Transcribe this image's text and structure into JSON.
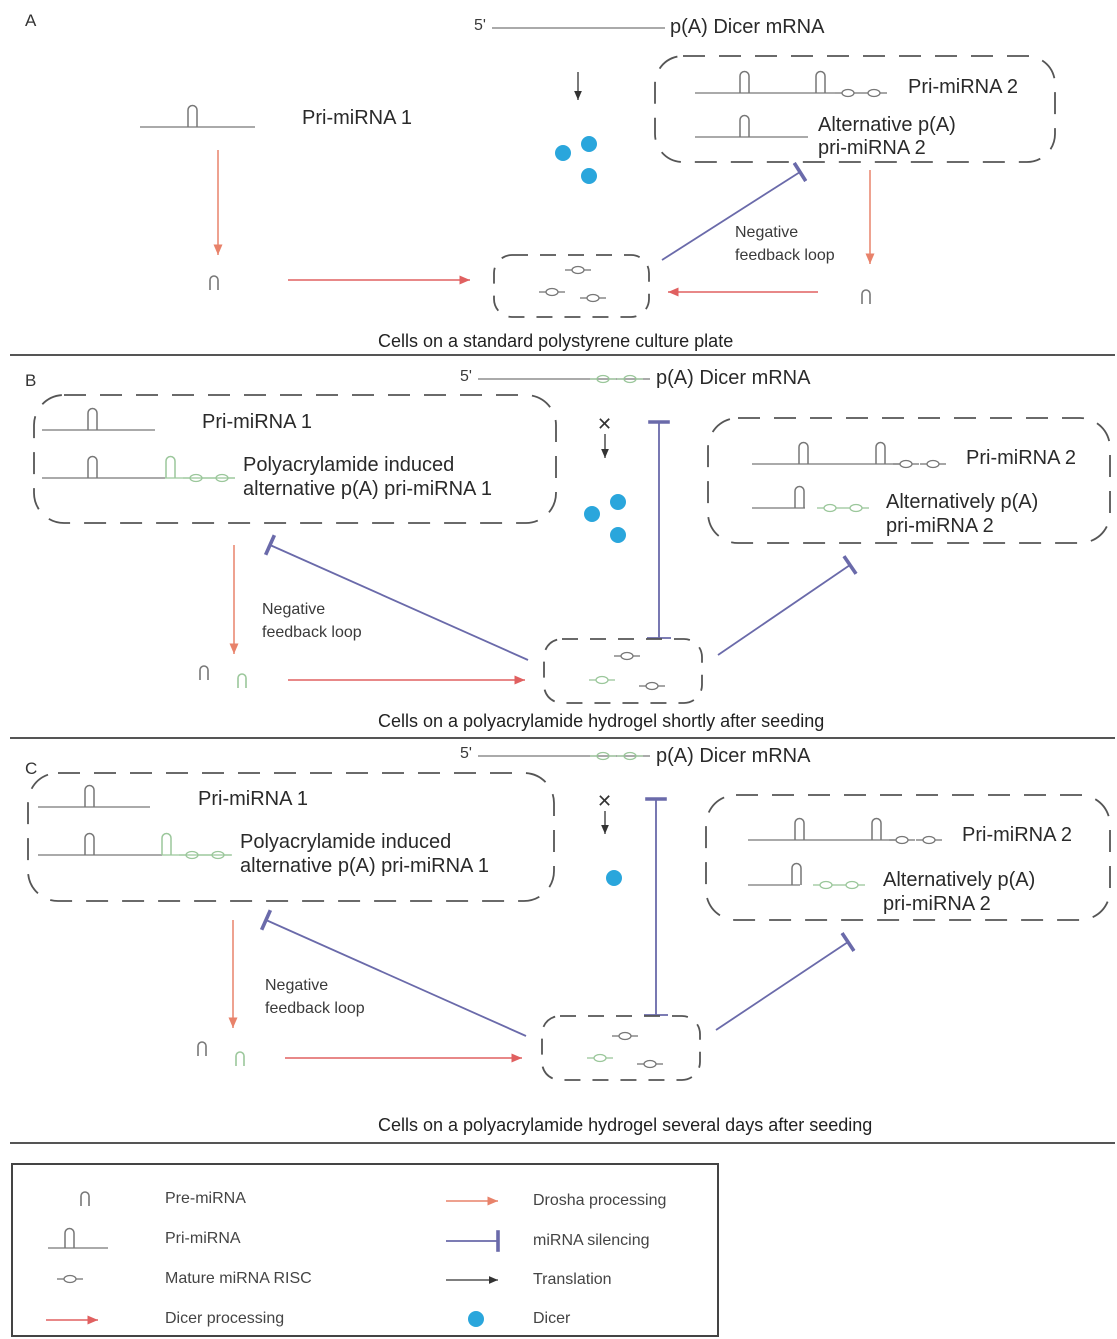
{
  "colors": {
    "drosha": "#e8826a",
    "dicer": "#e06060",
    "silencing": "#6a6aaa",
    "translation": "#333333",
    "dicer_dot": "#2aa6dc",
    "hairpin": "#777777",
    "induced": "#9bc79b"
  },
  "panel_a": {
    "letter": "A",
    "five_prime": "5'",
    "dicer_mrna": "p(A)  Dicer mRNA",
    "pri1": "Pri-miRNA 1",
    "pri2": "Pri-miRNA 2",
    "alt_line1": "Alternative p(A)",
    "alt_line2": "pri-miRNA 2",
    "feedback_line1": "Negative",
    "feedback_line2": "feedback loop",
    "caption": "Cells on a standard polystyrene culture plate"
  },
  "panel_b": {
    "letter": "B",
    "five_prime": "5'",
    "dicer_mrna": "p(A)  Dicer mRNA",
    "pri1": "Pri-miRNA 1",
    "induced_line1": "Polyacrylamide induced",
    "induced_line2": "alternative p(A) pri-miRNA 1",
    "pri2": "Pri-miRNA 2",
    "alt_line1": "Alternatively p(A)",
    "alt_line2": "pri-miRNA 2",
    "feedback_line1": "Negative",
    "feedback_line2": "feedback loop",
    "caption": "Cells on a polyacrylamide hydrogel shortly after seeding"
  },
  "panel_c": {
    "letter": "C",
    "five_prime": "5'",
    "dicer_mrna": "p(A)  Dicer mRNA",
    "pri1": "Pri-miRNA 1",
    "induced_line1": "Polyacrylamide induced",
    "induced_line2": "alternative p(A) pri-miRNA 1",
    "pri2": "Pri-miRNA 2",
    "alt_line1": "Alternatively p(A)",
    "alt_line2": "pri-miRNA 2",
    "feedback_line1": "Negative",
    "feedback_line2": "feedback loop",
    "caption": "Cells on a polyacrylamide hydrogel several days after seeding"
  },
  "legend": {
    "pre_mirna": "Pre-miRNA",
    "pri_mirna": "Pri-miRNA",
    "mature_risc": "Mature miRNA RISC",
    "dicer_processing": "Dicer processing",
    "drosha_processing": "Drosha processing",
    "mirna_silencing": "miRNA silencing",
    "translation": "Translation",
    "dicer": "Dicer"
  }
}
